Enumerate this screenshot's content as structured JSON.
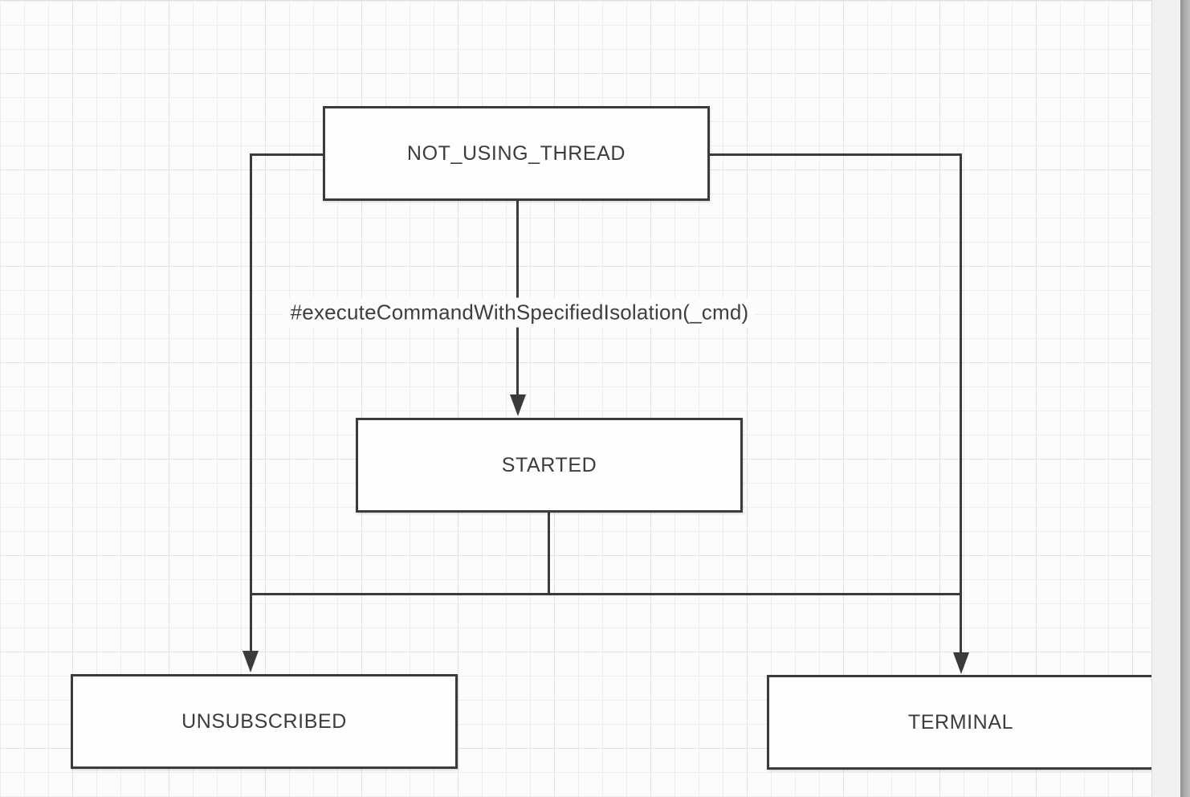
{
  "diagram": {
    "nodes": {
      "not_using_thread": {
        "label": "NOT_USING_THREAD"
      },
      "started": {
        "label": "STARTED"
      },
      "unsubscribed": {
        "label": "UNSUBSCRIBED"
      },
      "terminal": {
        "label": "TERMINAL"
      }
    },
    "edges": {
      "not_using_thread_to_started": {
        "label": "#executeCommandWithSpecifiedIsolation(_cmd)"
      },
      "not_using_thread_to_unsubscribed": {
        "label": ""
      },
      "not_using_thread_to_terminal": {
        "label": ""
      },
      "started_to_branches": {
        "label": ""
      }
    },
    "colors": {
      "stroke": "#3b3b3b",
      "node_fill": "#fefefe",
      "text": "#3c3c3c",
      "canvas_background": "#fcfcfc",
      "grid_minor": "#eeeeee",
      "grid_major": "#e2e2e2",
      "page_margin": "#f0f0f0",
      "scroll_strip": "#a0a0a0"
    }
  }
}
